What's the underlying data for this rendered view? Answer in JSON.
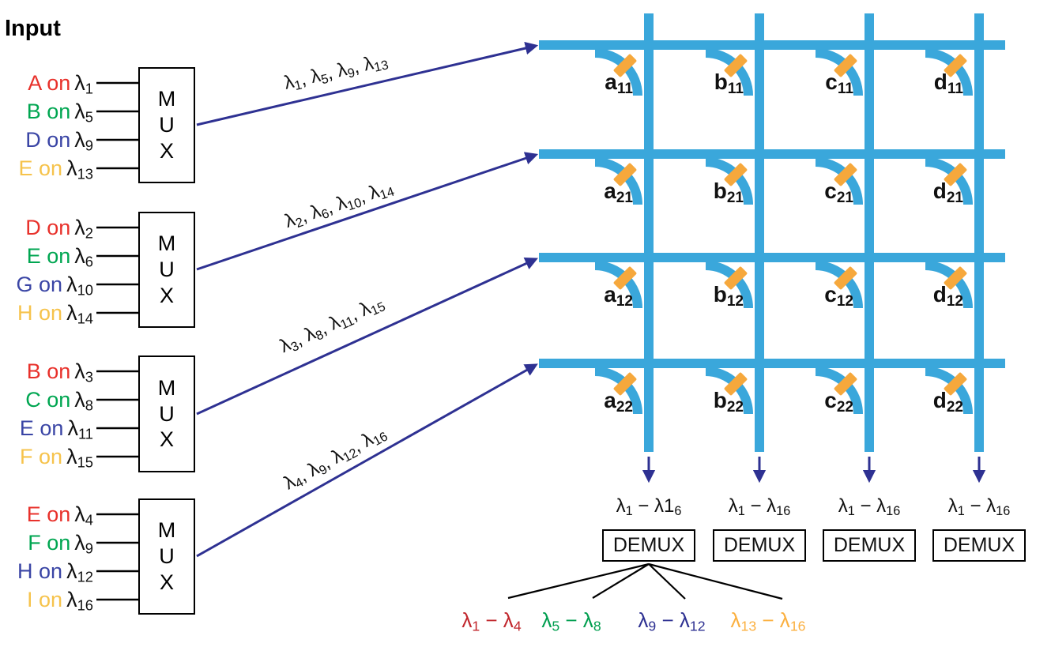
{
  "title": "Input",
  "colors": {
    "matrix_blue": "#3aa7db",
    "arrow_navy": "#2e3192",
    "tick_orange": "#f6a83c",
    "input_red": "#e8312b",
    "input_green": "#00a651",
    "input_blue": "#3a45a5",
    "input_yellow": "#f6c34c",
    "fanout_red": "#c1272d",
    "fanout_green": "#009e4f",
    "fanout_blue": "#2e3192",
    "fanout_orange": "#fbb040"
  },
  "muxes": [
    {
      "label": "MUX",
      "arrow_label": "λ~1~, λ~5~, λ~9~, λ~13~",
      "inputs": [
        {
          "signal": "A on",
          "wavelength": "λ~1~"
        },
        {
          "signal": "B on",
          "wavelength": "λ~5~"
        },
        {
          "signal": "D on",
          "wavelength": "λ~9~"
        },
        {
          "signal": "E on",
          "wavelength": "λ~13~"
        }
      ]
    },
    {
      "label": "MUX",
      "arrow_label": "λ~2~, λ~6~, λ~10~, λ~14~",
      "inputs": [
        {
          "signal": "D on",
          "wavelength": "λ~2~"
        },
        {
          "signal": "E on",
          "wavelength": "λ~6~"
        },
        {
          "signal": "G on",
          "wavelength": "λ~10~"
        },
        {
          "signal": "H on",
          "wavelength": "λ~14~"
        }
      ]
    },
    {
      "label": "MUX",
      "arrow_label": "λ~3~, λ~8~, λ~11~, λ~15~",
      "inputs": [
        {
          "signal": "B on",
          "wavelength": "λ~3~"
        },
        {
          "signal": "C on",
          "wavelength": "λ~8~"
        },
        {
          "signal": "E on",
          "wavelength": "λ~11~"
        },
        {
          "signal": "F on",
          "wavelength": "λ~15~"
        }
      ]
    },
    {
      "label": "MUX",
      "arrow_label": "λ~4~, λ~9~, λ~12~, λ~16~",
      "inputs": [
        {
          "signal": "E on",
          "wavelength": "λ~4~"
        },
        {
          "signal": "F on",
          "wavelength": "λ~9~"
        },
        {
          "signal": "H on",
          "wavelength": "λ~12~"
        },
        {
          "signal": "I on",
          "wavelength": "λ~16~"
        }
      ]
    }
  ],
  "matrix": {
    "node_labels": [
      [
        "a~11~",
        "b~11~",
        "c~11~",
        "d~11~"
      ],
      [
        "a~21~",
        "b~21~",
        "c~21~",
        "d~21~"
      ],
      [
        "a~12~",
        "b~12~",
        "c~12~",
        "d~12~"
      ],
      [
        "a~22~",
        "b~22~",
        "c~22~",
        "d~22~"
      ]
    ]
  },
  "outputs": {
    "demux_label": "DEMUX",
    "column_labels": [
      "λ~1~ − λ1~6~",
      "λ~1~ − λ~16~",
      "λ~1~ − λ~16~",
      "λ~1~ − λ~16~"
    ],
    "fanout_labels": [
      "λ~1~ − λ~4~",
      "λ~5~ − λ~8~",
      "λ~9~ − λ~12~",
      "λ~13~ − λ~16~"
    ]
  }
}
